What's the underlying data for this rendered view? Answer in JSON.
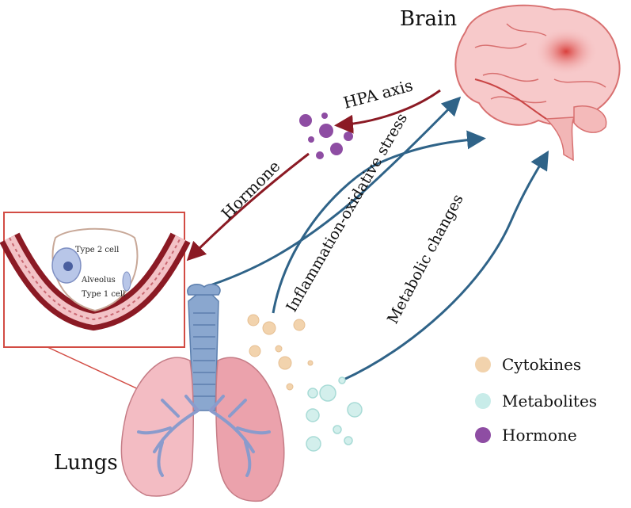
{
  "labels": {
    "brain": "Brain",
    "lungs": "Lungs",
    "hpa_axis": "HPA axis",
    "hormone_arrow": "Hormone",
    "inflammation": "Inflammation-oxidative stress",
    "metabolic": "Metabolic changes"
  },
  "inset": {
    "type2": "Type 2 cell",
    "alveolus": "Alveolus",
    "type1": "Type 1 cell"
  },
  "legend": [
    {
      "label": "Cytokines",
      "color": "#f2d3ad"
    },
    {
      "label": "Metabolites",
      "color": "#c8ece9"
    },
    {
      "label": "Hormone",
      "color": "#8e4da3"
    }
  ],
  "colors": {
    "blue_arrow": "#2f6388",
    "red_arrow": "#8b1a24",
    "inset_border": "#d24c44"
  }
}
